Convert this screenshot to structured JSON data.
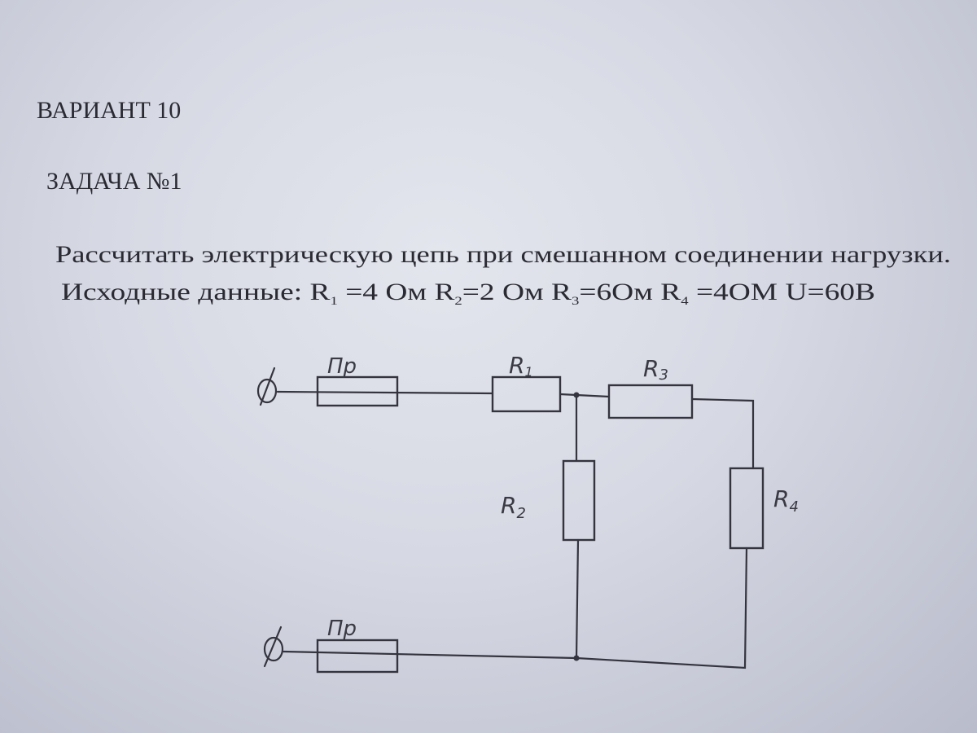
{
  "header": {
    "variant": "ВАРИАНТ 10",
    "task": "ЗАДАЧА №1"
  },
  "problem": {
    "statement": "Рассчитать электрическую цепь при смешанном соединении нагрузки.",
    "data_parts": {
      "p0": "Исходные данные: R",
      "s1": "1",
      "p1": " =4 Ом R",
      "s2": "2",
      "p2": "=2 Ом R",
      "s3": "3",
      "p3": "=6Ом R",
      "s4": "4",
      "p4": " =4ОМ U=60В"
    }
  },
  "circuit": {
    "fuse_top": "Пр",
    "fuse_bottom": "Пр",
    "r1": {
      "base": "R",
      "sub": "1"
    },
    "r2": {
      "base": "R",
      "sub": "2"
    },
    "r3": {
      "base": "R",
      "sub": "3"
    },
    "r4": {
      "base": "R",
      "sub": "4"
    }
  }
}
